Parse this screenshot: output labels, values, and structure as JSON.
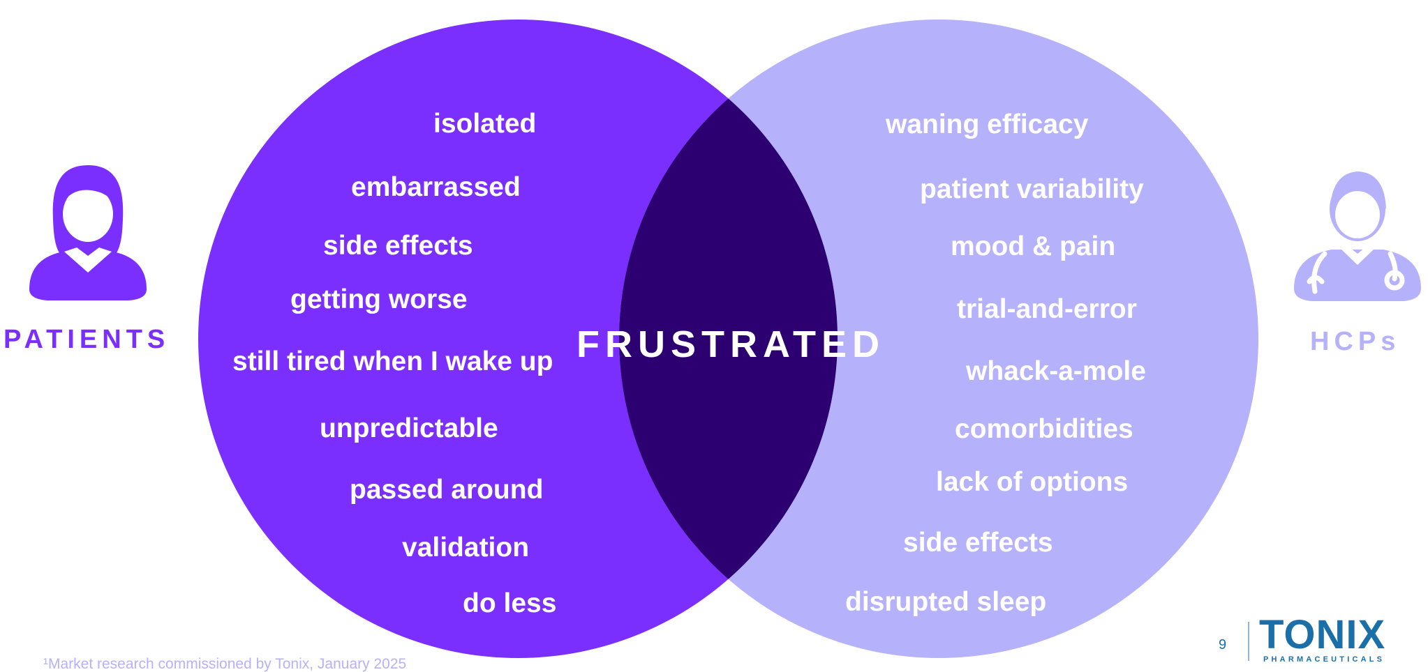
{
  "colors": {
    "left_circle": "#7b2fff",
    "right_circle": "#b6b1fb",
    "overlap": "#2d0072",
    "logo_blue": "#1b6fa8",
    "logo_accent": "#26a9e0"
  },
  "left_group": {
    "label": "PATIENTS",
    "icon": "female-patient-icon",
    "words": [
      "isolated",
      "embarrassed",
      "side effects",
      "getting worse",
      "still tired when I wake up",
      "unpredictable",
      "passed around",
      "validation",
      "do less"
    ]
  },
  "right_group": {
    "label": "HCPs",
    "icon": "doctor-stethoscope-icon",
    "words": [
      "waning efficacy",
      "patient variability",
      "mood & pain",
      "trial-and-error",
      "whack-a-mole",
      "comorbidities",
      "lack of options",
      "side effects",
      "disrupted sleep"
    ]
  },
  "overlap_label": "FRUSTRATED",
  "footnote": "¹Market research commissioned by Tonix, January 2025",
  "page_number": "9",
  "logo": {
    "name": "TONIX",
    "tagline": "PHARMACEUTICALS"
  }
}
